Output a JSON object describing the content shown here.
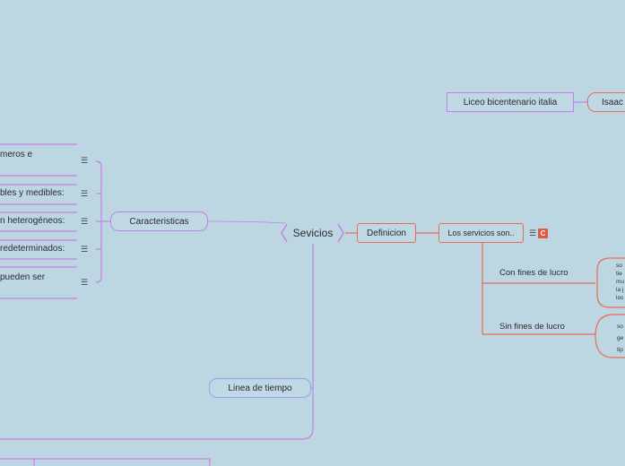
{
  "central": {
    "label": "Sevicios"
  },
  "branches": {
    "caracteristicas": {
      "label": "Caracteristicas",
      "items": [
        "meros e",
        "bles y medibles:",
        "n heterogéneos:",
        "redeterminados:",
        "pueden ser"
      ]
    },
    "definicion": {
      "label": "Definicion",
      "child": "Los servicios son..",
      "badge": "C",
      "subitems": [
        {
          "label": "Con fines de lucro",
          "bubble": [
            "so",
            "tie",
            "mu",
            "la j",
            "los"
          ]
        },
        {
          "label": "Sin fines de lucro",
          "bubble": [
            "so",
            "ge",
            "tip"
          ]
        }
      ]
    },
    "linea_tiempo": {
      "label": "Linea de tiempo"
    }
  },
  "floating": {
    "liceo": "Liceo bicentenario italia",
    "isaac": "Isaac"
  },
  "icons": {
    "note": "menu-lines-icon",
    "chevrons": "chevron-icon"
  },
  "colors": {
    "background": "#bdd7e2",
    "purple": "#c67fe6",
    "blue": "#8fa3ef",
    "red": "#ea6a5a",
    "badge": "#e8553e"
  }
}
